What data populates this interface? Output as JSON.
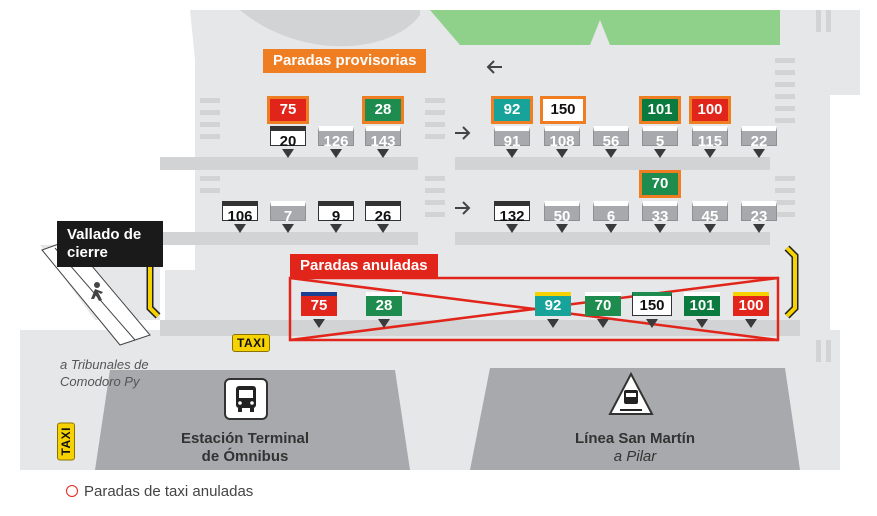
{
  "labels": {
    "provisional": "Paradas provisorias",
    "cancelled": "Paradas anuladas",
    "barrier": "Vallado de cierre",
    "tribunales": "a Tribunales de Comodoro Py",
    "taxi": "TAXI",
    "legend": "Paradas de taxi anuladas"
  },
  "stations": {
    "bus_terminal_line1": "Estación Terminal",
    "bus_terminal_line2": "de Ómnibus",
    "train_line": "Línea San Martín",
    "train_direction": "a Pilar"
  },
  "icons": [
    "arrow-left-icon",
    "arrow-right-icon",
    "pedestrian-icon",
    "bus-icon",
    "train-icon",
    "taxi-icon"
  ],
  "colors": {
    "orange": "#ef7d22",
    "red": "#e1251b",
    "green": "#8fd08a",
    "grey_road": "#d1d3d4",
    "stop_grey": "#a7a9ac",
    "taxi_yellow": "#f6d200"
  },
  "row1_stops": [
    {
      "num": "20",
      "style": "white"
    },
    {
      "num": "126",
      "style": "grey"
    },
    {
      "num": "143",
      "style": "grey"
    },
    {
      "num": "91",
      "style": "grey"
    },
    {
      "num": "108",
      "style": "grey"
    },
    {
      "num": "56",
      "style": "grey"
    },
    {
      "num": "5",
      "style": "grey"
    },
    {
      "num": "115",
      "style": "grey"
    },
    {
      "num": "22",
      "style": "grey"
    }
  ],
  "row2_stops": [
    {
      "num": "106",
      "style": "white"
    },
    {
      "num": "7",
      "style": "grey"
    },
    {
      "num": "9",
      "style": "white"
    },
    {
      "num": "26",
      "style": "white"
    },
    {
      "num": "132",
      "style": "white"
    },
    {
      "num": "50",
      "style": "grey"
    },
    {
      "num": "6",
      "style": "grey"
    },
    {
      "num": "33",
      "style": "grey"
    },
    {
      "num": "45",
      "style": "grey"
    },
    {
      "num": "23",
      "style": "grey"
    }
  ],
  "provisional_badges": [
    {
      "num": "75",
      "color": "#e1251b"
    },
    {
      "num": "28",
      "color": "#1e8c4e"
    },
    {
      "num": "92",
      "color": "#17a39a"
    },
    {
      "num": "150",
      "color": "#ffffff"
    },
    {
      "num": "101",
      "color": "#0b7a3e"
    },
    {
      "num": "100",
      "color": "#e1251b"
    },
    {
      "num": "70",
      "color": "#1e8c4e"
    }
  ],
  "cancelled_badges": [
    {
      "num": "75",
      "color": "#e1251b"
    },
    {
      "num": "28",
      "color": "#1e8c4e"
    },
    {
      "num": "92",
      "color": "#17a39a"
    },
    {
      "num": "70",
      "color": "#1e8c4e"
    },
    {
      "num": "150",
      "color": "#ffffff"
    },
    {
      "num": "101",
      "color": "#0b7a3e"
    },
    {
      "num": "100",
      "color": "#e1251b"
    }
  ]
}
